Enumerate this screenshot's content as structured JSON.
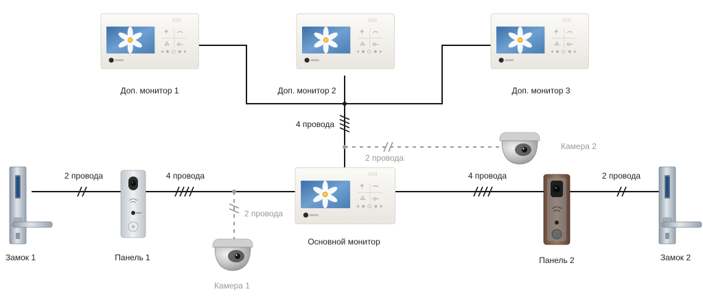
{
  "colors": {
    "wire": "#1a1a1a",
    "wire_camera": "#9a9a9a",
    "monitor_body": "#f4f2ee",
    "screen_sky": "#5b8fc2",
    "flower_petal": "#ffffff",
    "flower_center": "#f2c230",
    "panel_silver": "#d6d8da",
    "panel_bronze": "#7a5a45",
    "lock_metal": "#b9c2cc",
    "camera_grey": "#c9c9c9"
  },
  "icons": {
    "monitor": "video-monitor-icon",
    "panel": "call-panel-icon",
    "lock": "door-lock-icon",
    "camera": "dome-camera-icon"
  },
  "devices": {
    "aux_monitor_1": "Доп. монитор 1",
    "aux_monitor_2": "Доп. монитор 2",
    "aux_monitor_3": "Доп. монитор 3",
    "main_monitor": "Основной монитор",
    "lock_1": "Замок 1",
    "lock_2": "Замок 2",
    "panel_1": "Панель 1",
    "panel_2": "Панель 2",
    "camera_1": "Камера 1",
    "camera_2": "Камера 2"
  },
  "wires": {
    "monitors_bus": "4 провода",
    "camera2_link": "2 провода",
    "lock1_panel1": "2 провода",
    "panel1_main": "4 провода",
    "camera1_link": "2 провода",
    "main_panel2": "4 провода",
    "panel2_lock2": "2 провода"
  }
}
